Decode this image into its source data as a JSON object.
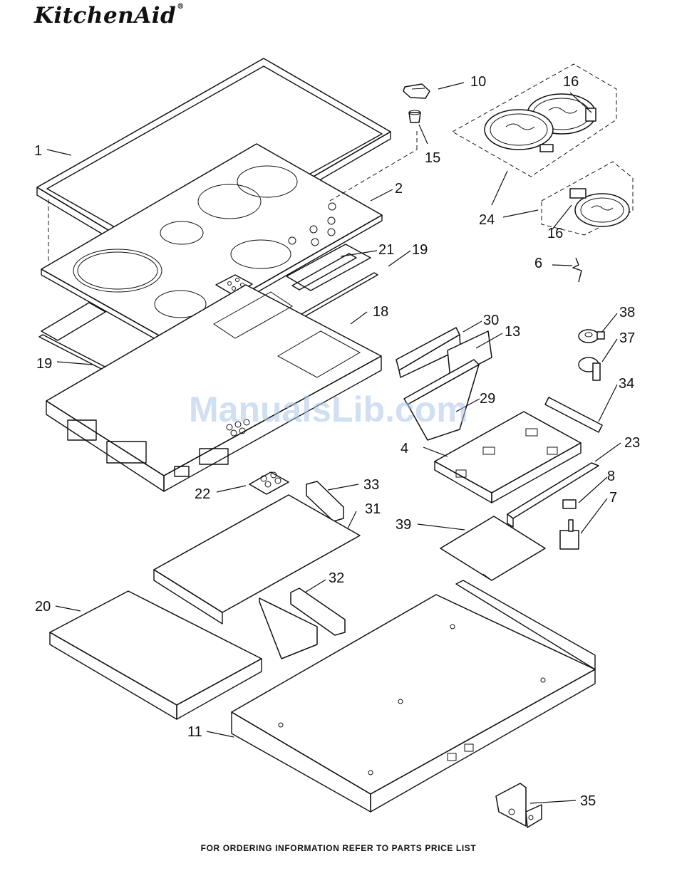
{
  "header": {
    "brand": "KitchenAid",
    "reg_mark": "®"
  },
  "watermark": "ManualsLib.com",
  "footer": "FOR ORDERING INFORMATION REFER TO PARTS PRICE LIST",
  "parts": [
    {
      "id": "p1",
      "label": "1"
    },
    {
      "id": "p2",
      "label": "2"
    },
    {
      "id": "p4",
      "label": "4"
    },
    {
      "id": "p6",
      "label": "6"
    },
    {
      "id": "p7",
      "label": "7"
    },
    {
      "id": "p8",
      "label": "8"
    },
    {
      "id": "p10",
      "label": "10"
    },
    {
      "id": "p11",
      "label": "11"
    },
    {
      "id": "p13",
      "label": "13"
    },
    {
      "id": "p15",
      "label": "15"
    },
    {
      "id": "p16a",
      "label": "16"
    },
    {
      "id": "p16b",
      "label": "16"
    },
    {
      "id": "p18",
      "label": "18"
    },
    {
      "id": "p19a",
      "label": "19"
    },
    {
      "id": "p19b",
      "label": "19"
    },
    {
      "id": "p20",
      "label": "20"
    },
    {
      "id": "p21",
      "label": "21"
    },
    {
      "id": "p22",
      "label": "22"
    },
    {
      "id": "p23",
      "label": "23"
    },
    {
      "id": "p24",
      "label": "24"
    },
    {
      "id": "p29",
      "label": "29"
    },
    {
      "id": "p30",
      "label": "30"
    },
    {
      "id": "p31",
      "label": "31"
    },
    {
      "id": "p32",
      "label": "32"
    },
    {
      "id": "p33",
      "label": "33"
    },
    {
      "id": "p34",
      "label": "34"
    },
    {
      "id": "p35",
      "label": "35"
    },
    {
      "id": "p37",
      "label": "37"
    },
    {
      "id": "p38",
      "label": "38"
    },
    {
      "id": "p39",
      "label": "39"
    }
  ]
}
